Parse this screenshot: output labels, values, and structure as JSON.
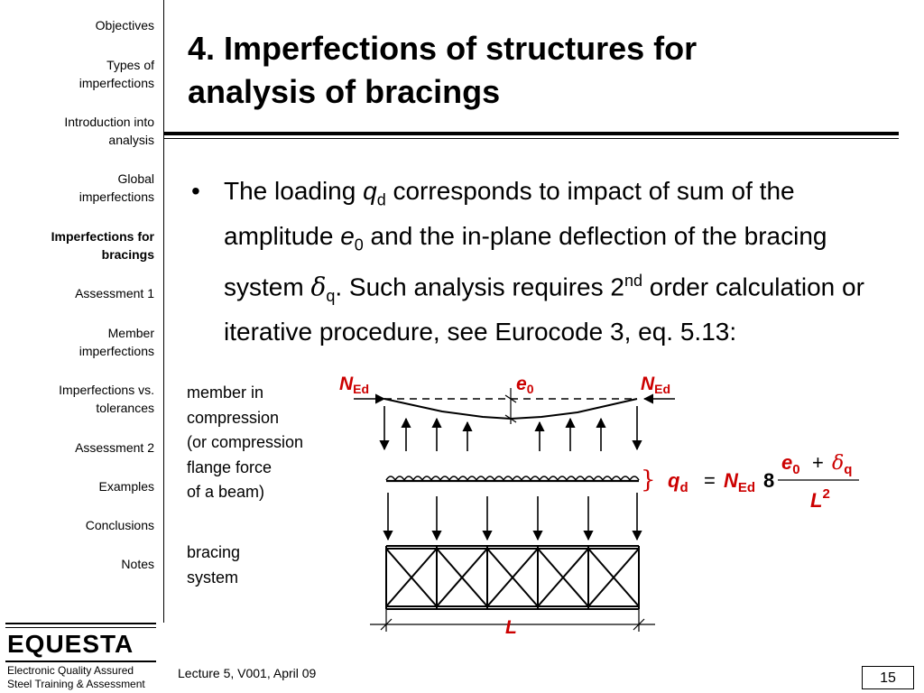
{
  "sidebar": {
    "items": [
      {
        "label": "Objectives",
        "lines": [
          "Objectives"
        ],
        "active": false
      },
      {
        "label": "Types of imperfections",
        "lines": [
          "Types of",
          "imperfections"
        ],
        "active": false
      },
      {
        "label": "Introduction into analysis",
        "lines": [
          "Introduction into",
          "analysis"
        ],
        "active": false
      },
      {
        "label": "Global imperfections",
        "lines": [
          "Global",
          "imperfections"
        ],
        "active": false
      },
      {
        "label": "Imperfections for bracings",
        "lines": [
          "Imperfections for",
          "bracings"
        ],
        "active": true
      },
      {
        "label": "Assessment 1",
        "lines": [
          "Assessment 1"
        ],
        "active": false
      },
      {
        "label": "Member imperfections",
        "lines": [
          "Member",
          "imperfections"
        ],
        "active": false
      },
      {
        "label": "Imperfections vs. tolerances",
        "lines": [
          "Imperfections vs.",
          "tolerances"
        ],
        "active": false
      },
      {
        "label": "Assessment 2",
        "lines": [
          "Assessment 2"
        ],
        "active": false
      },
      {
        "label": "Examples",
        "lines": [
          "Examples"
        ],
        "active": false
      },
      {
        "label": "Conclusions",
        "lines": [
          "Conclusions"
        ],
        "active": false
      },
      {
        "label": "Notes",
        "lines": [
          "Notes"
        ],
        "active": false
      }
    ]
  },
  "slide": {
    "title_line1": "4. Imperfections of structures for",
    "title_line2": "analysis of bracings",
    "bullet": {
      "t1": "The loading ",
      "q": "q",
      "q_sub": "d",
      "t2": " corresponds to impact of sum of the amplitude ",
      "e": "e",
      "e_sub": "0",
      "t3": " and the in-plane deflection of the bracing system ",
      "delta": "δ",
      "delta_sub": "q",
      "t4": ". Such analysis requires 2",
      "nd": "nd",
      "t5": " order calculation or iterative procedure, see Eurocode 3, eq. 5.13:"
    },
    "labels": {
      "member_lines": [
        "member in",
        "compression",
        "(or compression",
        "flange force",
        "of a beam)"
      ],
      "bracing_lines": [
        "bracing",
        "system"
      ]
    },
    "diagram": {
      "n_left": "N",
      "n_left_sub": "Ed",
      "e0": "e",
      "e0_sub": "0",
      "n_right": "N",
      "n_right_sub": "Ed",
      "length": "L",
      "brace": "}",
      "formula": {
        "q": "q",
        "q_sub": "d",
        "eq": "=",
        "n": "N",
        "n_sub": "Ed",
        "coef": "8",
        "num_e": "e",
        "num_e_sub": "0",
        "plus": "+",
        "num_delta": "δ",
        "num_delta_sub": "q",
        "den": "L",
        "den_sup": "2"
      }
    }
  },
  "footer": {
    "logo_title": "EQUESTA",
    "logo_line1": "Electronic Quality Assured",
    "logo_line2": "Steel Training & Assessment",
    "lecture": "Lecture 5, V001, April 09",
    "page": "15"
  },
  "colors": {
    "accent": "#cc0000",
    "text": "#000000"
  }
}
